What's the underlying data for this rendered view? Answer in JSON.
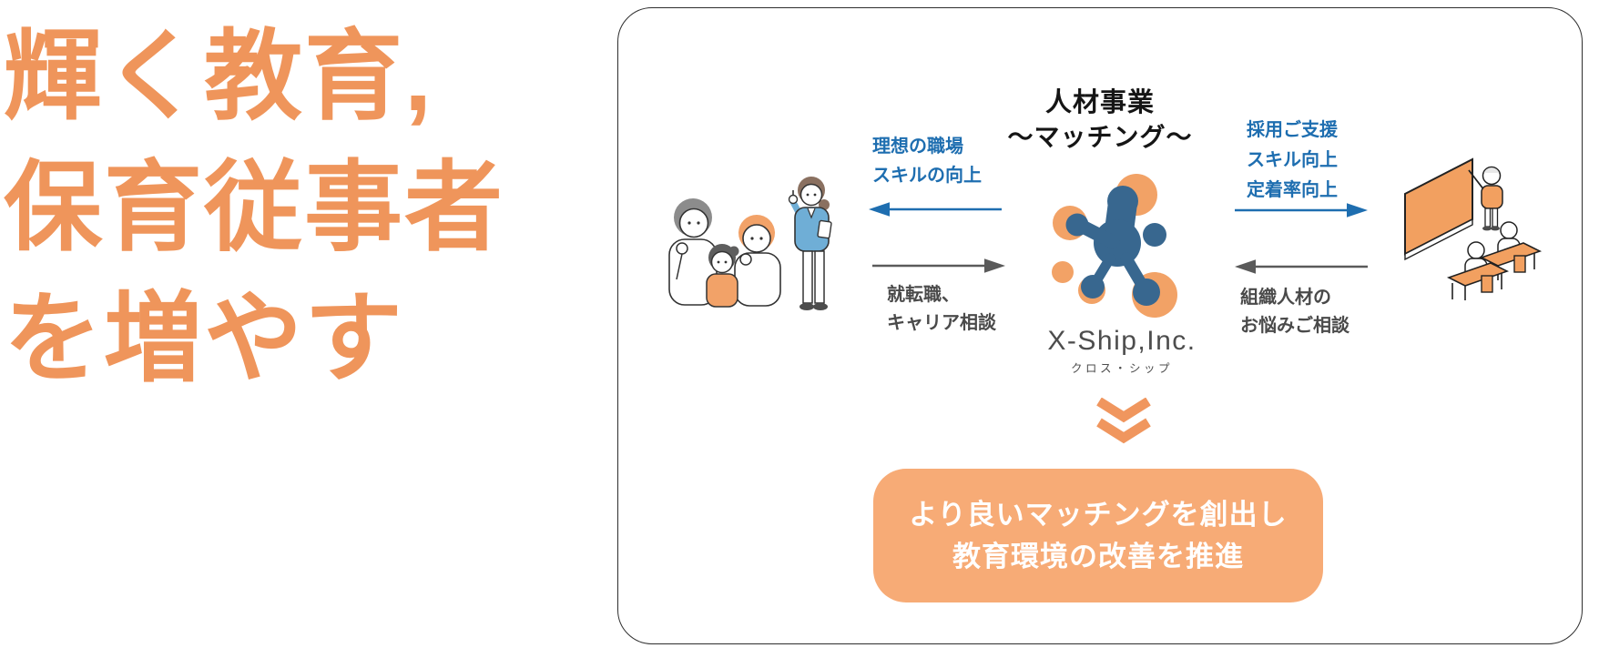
{
  "headline": {
    "line1": "輝く教育,",
    "line2": "保育従事者",
    "line3": "を増やす"
  },
  "card": {
    "title": {
      "line1": "人材事業",
      "line2": "〜マッチング〜"
    },
    "left_flow": {
      "benefit_line1": "理想の職場",
      "benefit_line2": "スキルの向上",
      "request_line1": "就転職、",
      "request_line2": "キャリア相談"
    },
    "right_flow": {
      "benefit_line1": "採用ご支援",
      "benefit_line2": "スキル向上",
      "benefit_line3": "定着率向上",
      "request_line1": "組織人材の",
      "request_line2": "お悩みご相談"
    },
    "logo": {
      "company": "X-Ship,Inc.",
      "reading": "クロス・シップ"
    },
    "outcome": {
      "line1": "より良いマッチングを創出し",
      "line2": "教育環境の改善を推進"
    }
  },
  "icons": {
    "family": "jobseekers-family-and-advisor-illustration",
    "classroom": "classroom-with-teacher-illustration",
    "logo_mark": "x-ship-molecule-logo",
    "chevron": "double-chevron-down-icon",
    "arrows": [
      "blue-arrow-left",
      "gray-arrow-right",
      "blue-arrow-right",
      "gray-arrow-left"
    ]
  },
  "colors": {
    "headline_orange": "#EF955B",
    "box_orange": "#F7AB76",
    "accent_blue": "#1E6EB0",
    "logo_blue": "#38678F",
    "logo_orange": "#F2A266",
    "arrow_gray": "#5A5A5A",
    "label_gray": "#4A4A4A",
    "title_black": "#151515",
    "card_border": "#2E2E2E"
  }
}
